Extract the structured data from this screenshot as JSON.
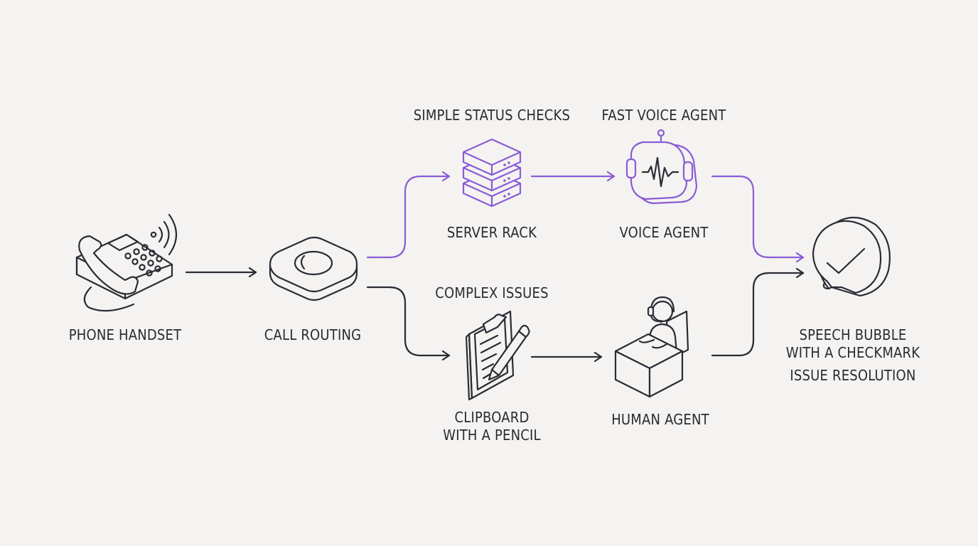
{
  "labels": {
    "phone": "PHONE HANDSET",
    "routing": "CALL ROUTING",
    "simple_top": "SIMPLE STATUS CHECKS",
    "server": "SERVER RACK",
    "fast_top": "FAST VOICE AGENT",
    "voice": "VOICE AGENT",
    "complex_top": "COMPLEX ISSUES",
    "clipboard_line1": "CLIPBOARD",
    "clipboard_line2": "WITH A PENCIL",
    "human": "HUMAN AGENT",
    "speech_line1": "SPEECH BUBBLE",
    "speech_line2": "WITH A CHECKMARK",
    "resolution": "ISSUE RESOLUTION"
  },
  "colors": {
    "ink": "#2b2b35",
    "accent": "#8a5cd6",
    "background": "#f4f3f1"
  },
  "icons": {
    "phone": "phone-handset-icon",
    "routing": "call-routing-icon",
    "server": "server-rack-icon",
    "voice": "voice-agent-icon",
    "clipboard": "clipboard-pencil-icon",
    "human": "human-agent-icon",
    "speech": "speech-bubble-check-icon"
  }
}
